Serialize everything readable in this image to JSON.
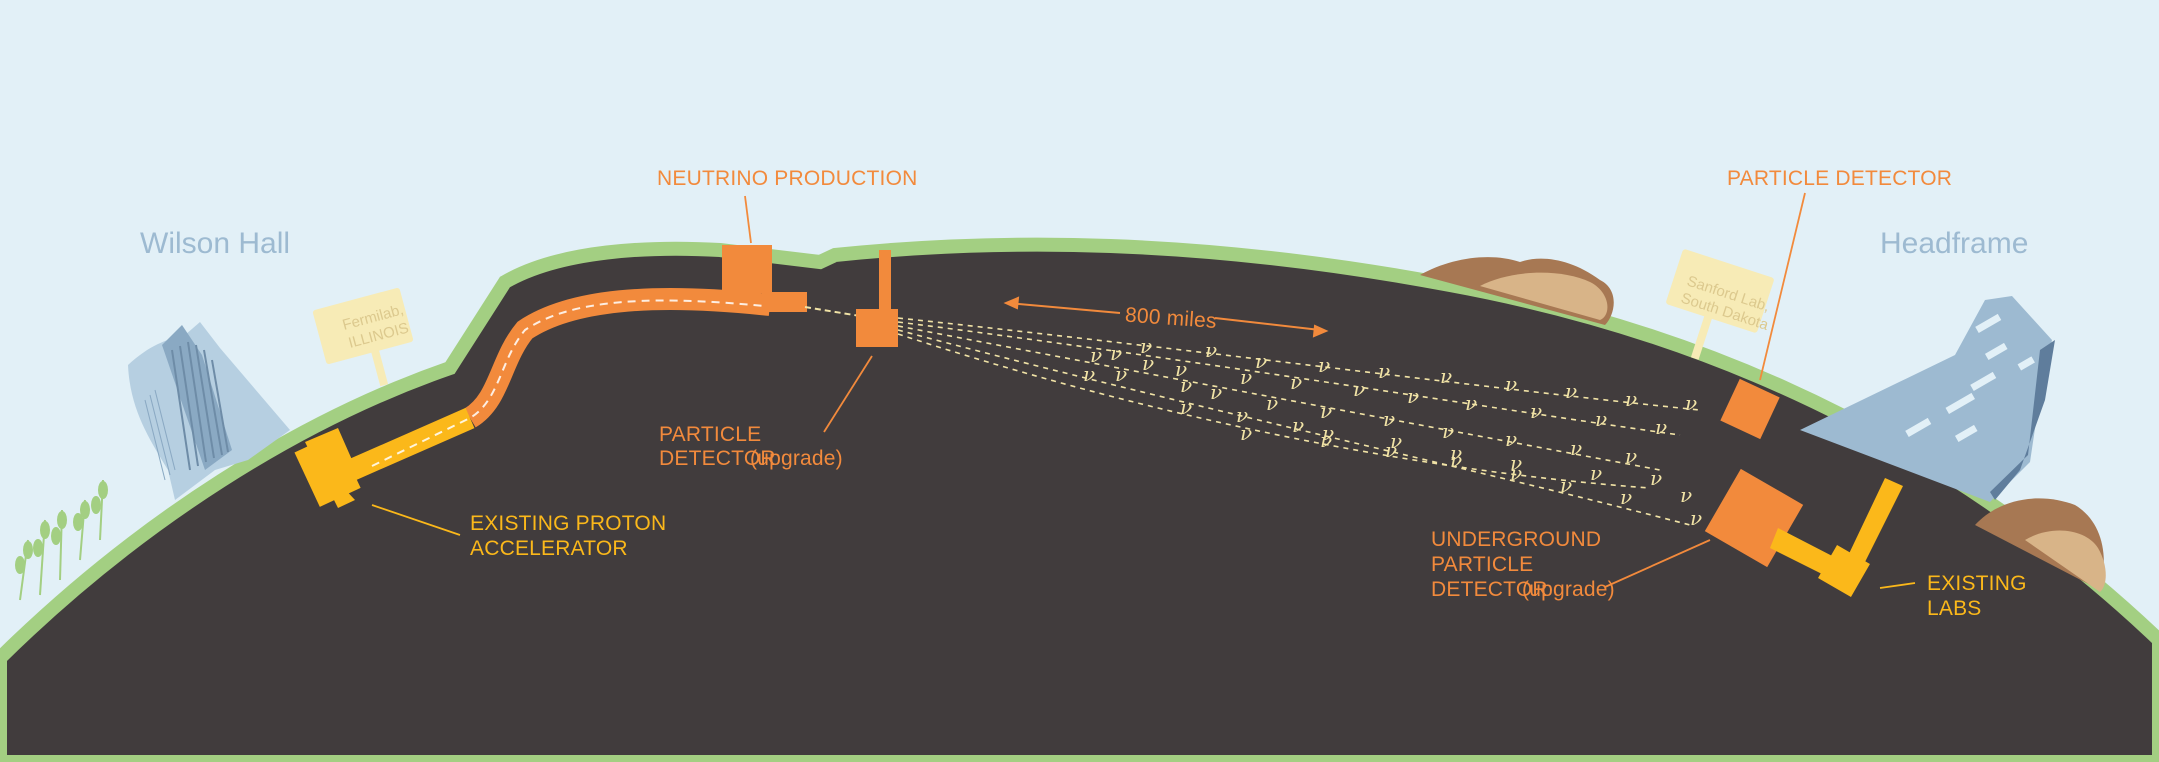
{
  "places": {
    "left_building": "Wilson Hall",
    "right_building": "Headframe"
  },
  "signs": {
    "left": [
      "Fermilab,",
      "ILLINOIS"
    ],
    "right": [
      "Sanford Lab,",
      "South Dakota"
    ]
  },
  "labels": {
    "neutrino_production": "NEUTRINO PRODUCTION",
    "particle_detector_upgrade_line1": "PARTICLE",
    "particle_detector_upgrade_line2": "DETECTOR",
    "particle_detector_upgrade_suffix": "(upgrade)",
    "existing_proton_accelerator_line1": "EXISTING PROTON",
    "existing_proton_accelerator_line2": "ACCELERATOR",
    "distance": "800 miles",
    "particle_detector": "PARTICLE DETECTOR",
    "underground_detector_line1": "UNDERGROUND",
    "underground_detector_line2": "PARTICLE",
    "underground_detector_line3": "DETECTOR",
    "underground_detector_suffix": "(upgrade)",
    "existing_labs_line1": "EXISTING",
    "existing_labs_line2": "LABS"
  },
  "neutrino_symbol": "ν",
  "colors": {
    "sky": "#e2f0f7",
    "earth": "#413c3d",
    "grass": "#a3cf82",
    "accelerator_orange": "#f28a3c",
    "existing_yellow": "#fbb81a",
    "building_blue": "#9dbad1",
    "rock_brown": "#a77853",
    "rock_tan": "#d8b488",
    "sign": "#f7ebb6"
  }
}
